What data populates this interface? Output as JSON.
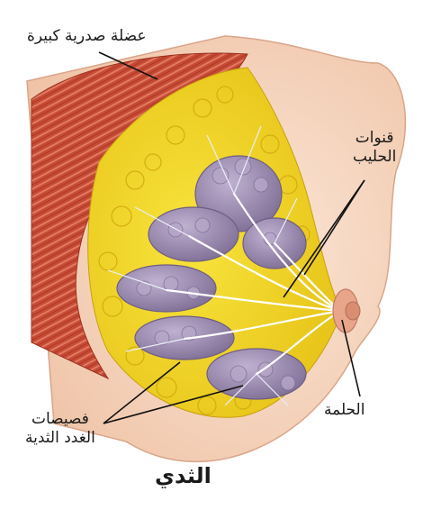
{
  "title": "الثدي",
  "labels": {
    "muscle": "عضلة صدرية كبيرة",
    "ducts_line1": "قنوات",
    "ducts_line2": "الحليب",
    "nipple": "الحلمة",
    "lobules_line1": "فصيصات",
    "lobules_line2": "الغدد الثدية"
  },
  "colors": {
    "muscle": "#c84a34",
    "muscle_light": "#e8806a",
    "fat": "#f4d825",
    "fat_shade": "#d9b813",
    "lobule": "#8f7fa4",
    "lobule_light": "#b8a8c8",
    "duct": "#ffffff",
    "skin": "#f7d9c4",
    "areola": "#e8a58a"
  }
}
